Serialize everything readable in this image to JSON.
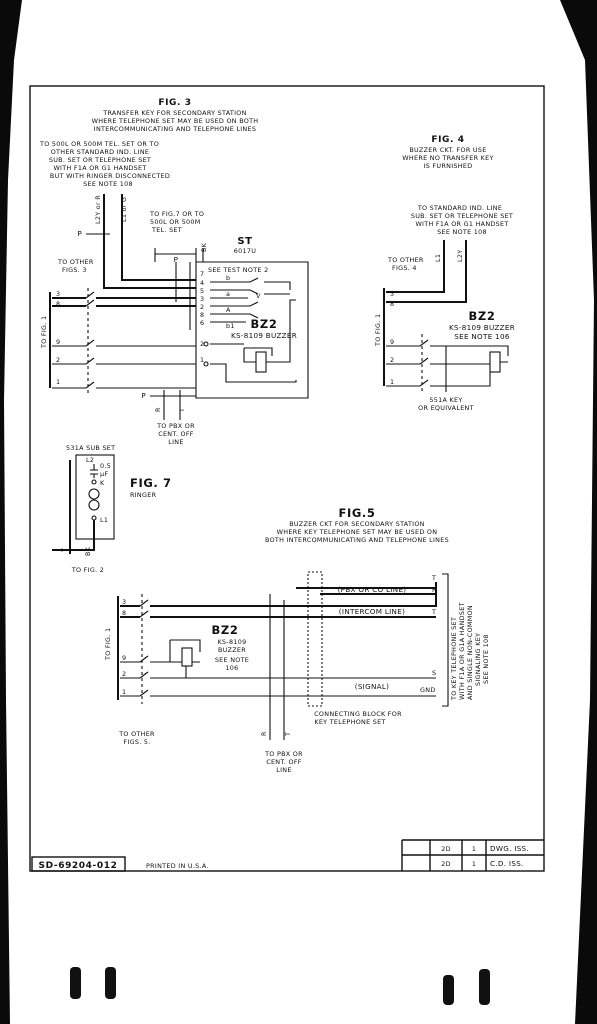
{
  "fig3": {
    "title": "FIG. 3",
    "subtitle": [
      "TRANSFER KEY FOR SECONDARY STATION",
      "WHERE TELEPHONE SET MAY BE USED ON BOTH",
      "INTERCOMMUNICATING AND TELEPHONE LINES"
    ],
    "note_to": [
      "TO 500L OR 500M TEL. SET OR TO",
      "OTHER STANDARD IND. LINE",
      "SUB. SET OR TELEPHONE SET",
      "WITH F1A OR G1 HANDSET",
      "BUT WITH RINGER DISCONNECTED",
      "SEE NOTE 108"
    ],
    "lead_labels": [
      "L2Y or R",
      "L1 or G"
    ],
    "to_fig7": [
      "TO FIG.7 OR TO",
      "500L OR 500M",
      "TEL. SET"
    ],
    "st_label": "ST",
    "st_model": "6017U",
    "test_note": "SEE TEST NOTE 2",
    "to_other": [
      "TO OTHER",
      "FIGS. 3"
    ],
    "to_fig1": "TO FIG. 1",
    "bz_label": "BZ2",
    "bz_model": "KS-8109 BUZZER",
    "to_pbx": [
      "TO PBX OR",
      "CENT. OFF",
      "LINE"
    ],
    "p_label": "P",
    "bk_label": "BK",
    "r_label": "R",
    "t_label": "T",
    "term_numbers": [
      "7",
      "4",
      "5",
      "3",
      "2",
      "8",
      "6",
      "2",
      "1"
    ],
    "contacts": [
      "b",
      "a",
      "A",
      "b1",
      "V"
    ],
    "line_numbers": [
      "3",
      "8",
      "9",
      "2",
      "1"
    ]
  },
  "fig4": {
    "title": "FIG. 4",
    "subtitle": [
      "BUZZER CKT. FOR USE",
      "WHERE NO TRANSFER KEY",
      "IS FURNISHED"
    ],
    "note_to": [
      "TO STANDARD IND. LINE",
      "SUB. SET OR TELEPHONE SET",
      "WITH F1A OR G1 HANDSET",
      "SEE NOTE 108"
    ],
    "lead_labels": [
      "L1",
      "L2Y"
    ],
    "to_other": [
      "TO OTHER",
      "FIGS. 4"
    ],
    "to_fig1": "TO FIG. 1",
    "bz_label": "BZ2",
    "bz_model": [
      "KS-8109 BUZZER",
      "SEE NOTE 106"
    ],
    "key_label": [
      "551A KEY",
      "OR EQUIVALENT"
    ],
    "line_numbers": [
      "3",
      "8",
      "9",
      "2",
      "1"
    ]
  },
  "fig7": {
    "sub_set": "531A SUB SET",
    "title": "FIG. 7",
    "subtitle": "RINGER",
    "cap_value": [
      "0.5",
      "µF"
    ],
    "terms": [
      "L2",
      "K",
      "L1"
    ],
    "y_label": "Y",
    "bk_label": "BK",
    "to_fig2": "TO FIG. 2"
  },
  "fig5": {
    "title": "FIG.5",
    "subtitle": [
      "BUZZER CKT FOR SECONDARY STATION",
      "WHERE KEY TELEPHONE SET MAY BE USED ON",
      "BOTH INTERCOMMUNICATING AND TELEPHONE LINES"
    ],
    "line_pbx": "(PBX OR CO LINE)",
    "line_intercom": "(INTERCOM LINE)",
    "line_signal": "(SIGNAL)",
    "bz_label": "BZ2",
    "bz_model": [
      "KS-8109",
      "BUZZER",
      "SEE NOTE",
      "106"
    ],
    "to_fig1": "TO FIG. 1",
    "to_other": [
      "TO OTHER",
      "FIGS. 5."
    ],
    "connecting_block": [
      "CONNECTING BLOCK FOR",
      "KEY TELEPHONE SET"
    ],
    "to_pbx": [
      "TO PBX OR",
      "CENT. OFF",
      "LINE"
    ],
    "to_key_set": [
      "TO KEY TELEPHONE SET",
      "WITH F1A OR G1A HANDSET",
      "AND SINGLE NON-COMMON",
      "SIGNALING KEY",
      "SEE NOTE 108"
    ],
    "right_terms": [
      "T",
      "R",
      "T",
      "S",
      "GND"
    ],
    "r_label": "R",
    "t_label": "T",
    "line_numbers": [
      "3",
      "8",
      "9",
      "2",
      "1"
    ]
  },
  "title_block": {
    "rows": [
      {
        "issue": "2D",
        "num": "1",
        "label": "DWG. ISS."
      },
      {
        "issue": "2D",
        "num": "1",
        "label": "C.D. ISS."
      }
    ]
  },
  "drawing_number": "SD-69204-012",
  "printed": "PRINTED IN U.S.A."
}
